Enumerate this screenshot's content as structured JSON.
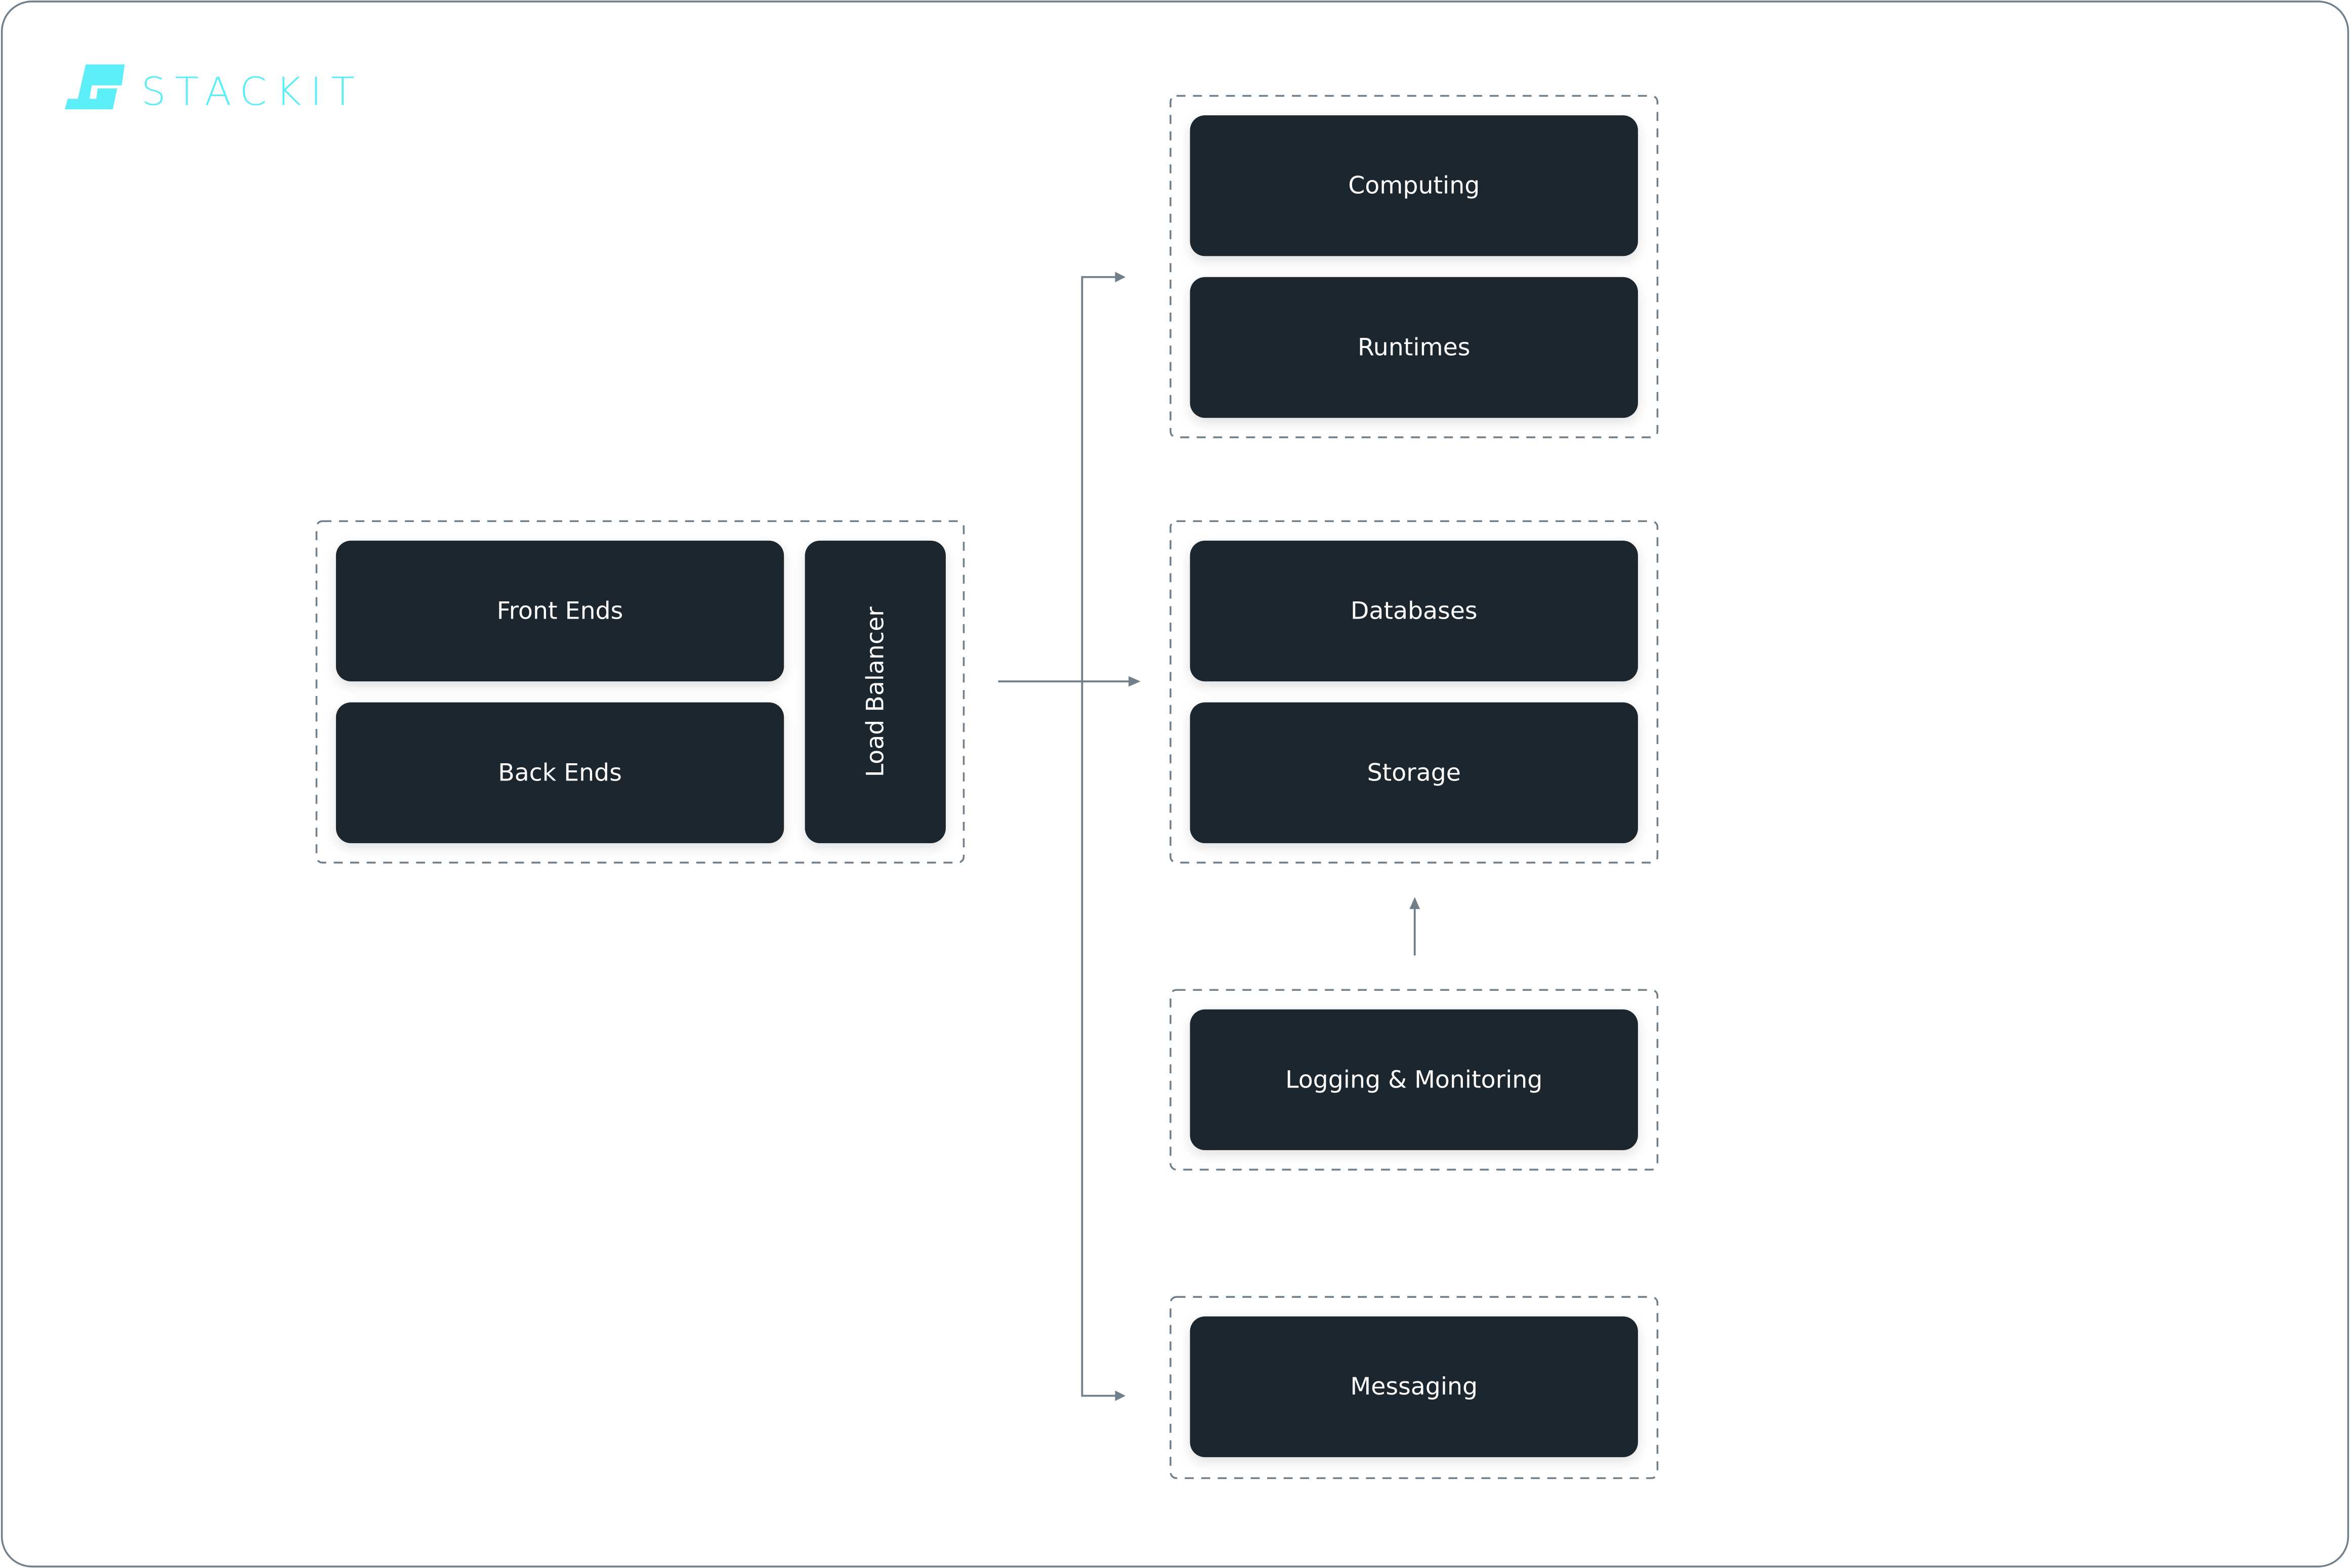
{
  "logo": {
    "text": "STACKIT",
    "color": "#5beef7"
  },
  "colors": {
    "box": "#1a252d",
    "box_text": "#ffffff",
    "connector": "#6f7f8b",
    "frame": "#6f7f8b"
  },
  "groups": {
    "app": {
      "front_ends": "Front Ends",
      "back_ends": "Back Ends",
      "load_balancer": "Load Balancer"
    },
    "compute": {
      "computing": "Computing",
      "runtimes": "Runtimes"
    },
    "data": {
      "databases": "Databases",
      "storage": "Storage"
    },
    "observability": {
      "logging": "Logging & Monitoring"
    },
    "messaging": {
      "messaging": "Messaging"
    }
  }
}
